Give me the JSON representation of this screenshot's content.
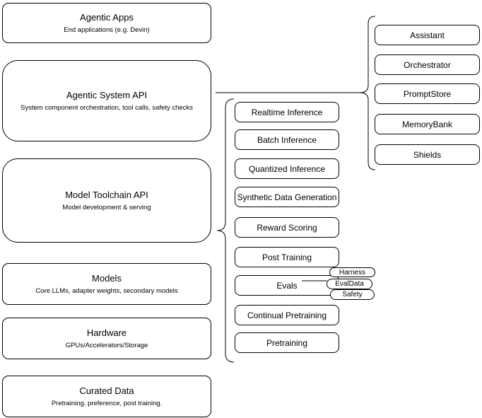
{
  "diagram": {
    "colors": {
      "stroke": "#000000",
      "fill": "#ffffff",
      "text": "#000000"
    },
    "stack_column": {
      "boxes": [
        {
          "title": "Agentic Apps",
          "subtitle": "End applications (e.g. Devin)"
        },
        {
          "title": "Agentic System API",
          "subtitle": "System component orchestration, tool calls, safety checks"
        },
        {
          "title": "Model Toolchain API",
          "subtitle": "Model development & serving"
        },
        {
          "title": "Models",
          "subtitle": "Core LLMs, adapter weights, secondary models"
        },
        {
          "title": "Hardware",
          "subtitle": "GPUs/Accelerators/Storage"
        },
        {
          "title": "Curated Data",
          "subtitle": "Pretraining, preference, post training."
        }
      ]
    },
    "toolchain_column": {
      "boxes": [
        "Realtime Inference",
        "Batch Inference",
        "Quantized Inference",
        "Synthetic Data Generation",
        "Reward Scoring",
        "Post Training",
        "Evals",
        "Continual Pretraining",
        "Pretraining"
      ]
    },
    "evals_tags": [
      "Harness",
      "EvalData",
      "Safety"
    ],
    "agentic_column": {
      "boxes": [
        "Assistant",
        "Orchestrator",
        "PromptStore",
        "MemoryBank",
        "Shields"
      ]
    }
  }
}
